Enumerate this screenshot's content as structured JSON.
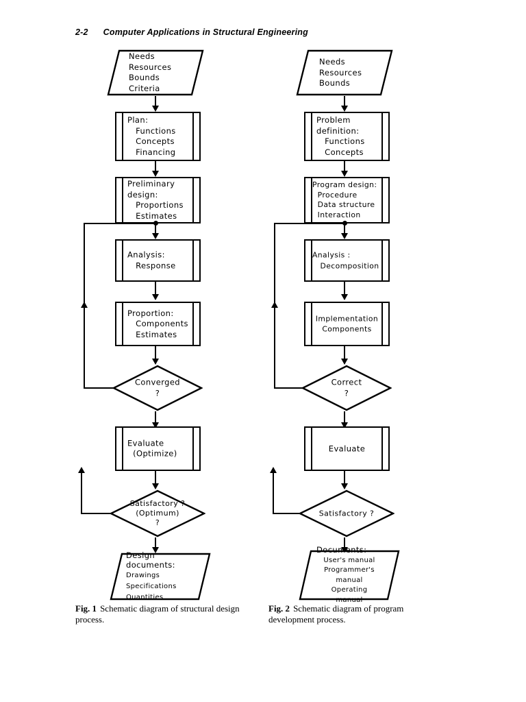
{
  "page": {
    "running_head": {
      "folio": "2-2",
      "title": "Computer Applications in Structural Engineering"
    }
  },
  "figures": [
    {
      "id": "fig-1",
      "caption_label": "Fig. 1",
      "caption_text": "Schematic diagram of structural design process.",
      "nodes": [
        {
          "id": "l1",
          "shape": "parallelogram",
          "text": "Needs\nResources\nBounds\nCriteria"
        },
        {
          "id": "l2",
          "shape": "process",
          "text": "Plan:\n   Functions\n   Concepts\n   Financing"
        },
        {
          "id": "l3",
          "shape": "process",
          "text": "Preliminary\ndesign:\n   Proportions\n   Estimates"
        },
        {
          "id": "l4",
          "shape": "process",
          "text": "Analysis:\n   Response"
        },
        {
          "id": "l5",
          "shape": "process",
          "text": "Proportion:\n   Components\n   Estimates"
        },
        {
          "id": "l6",
          "shape": "diamond",
          "text": "Converged\n?"
        },
        {
          "id": "l7",
          "shape": "process",
          "text": "Evaluate\n  (Optimize)"
        },
        {
          "id": "l8",
          "shape": "diamond",
          "text": "Satisfactory ?\n(Optimum)\n?"
        },
        {
          "id": "l9",
          "shape": "parallelogram",
          "text": "Design\ndocuments:",
          "subtext": "Drawings\nSpecifications\nQuantities"
        }
      ]
    },
    {
      "id": "fig-2",
      "caption_label": "Fig. 2",
      "caption_text": "Schematic diagram of program development process.",
      "nodes": [
        {
          "id": "r1",
          "shape": "parallelogram",
          "text": "Needs\nResources\nBounds"
        },
        {
          "id": "r2",
          "shape": "process",
          "text": "Problem\ndefinition:\n   Functions\n   Concepts"
        },
        {
          "id": "r3",
          "shape": "process",
          "text": "Program design:\n  Procedure\n  Data structure\n  Interaction"
        },
        {
          "id": "r4",
          "shape": "process",
          "text": "Analysis :\n   Decomposition"
        },
        {
          "id": "r5",
          "shape": "process",
          "text": "Implementation\nComponents"
        },
        {
          "id": "r6",
          "shape": "diamond",
          "text": "Correct\n?"
        },
        {
          "id": "r7",
          "shape": "process",
          "text": "Evaluate"
        },
        {
          "id": "r8",
          "shape": "diamond",
          "text": "Satisfactory ?"
        },
        {
          "id": "r9",
          "shape": "parallelogram",
          "text": "Documents:",
          "subtext": "User's manual\nProgrammer's\nmanual\nOperating\nmanual"
        }
      ]
    }
  ],
  "colors": {
    "ink": "#000000",
    "paper": "#ffffff"
  }
}
